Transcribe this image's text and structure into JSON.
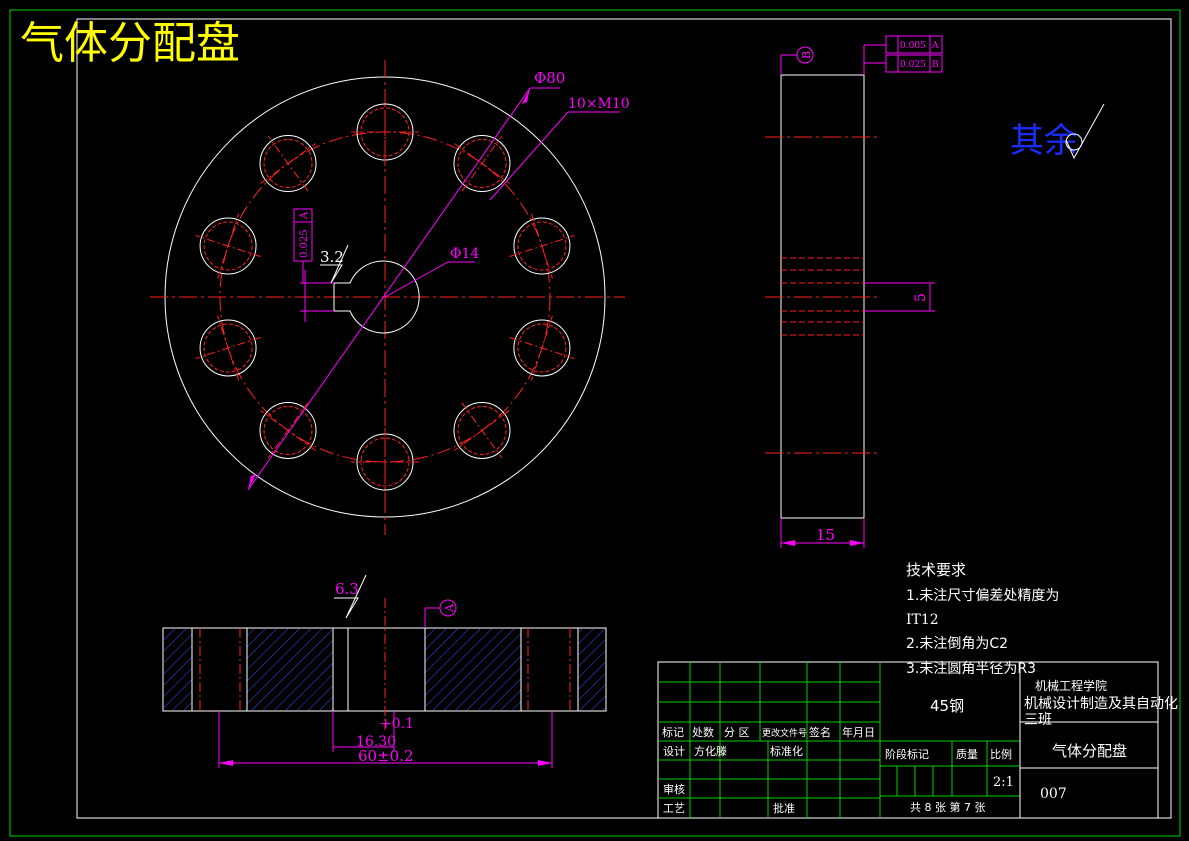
{
  "title": "气体分配盘",
  "surface_finish_note": {
    "label": "其余"
  },
  "front_view": {
    "dim_outer_diameter": "Φ80",
    "dim_thread": "10×M10",
    "dim_bore": "Φ14",
    "roughness_keyway": "3.2",
    "tolerance_frame": {
      "value": "0.025",
      "datum": "A"
    }
  },
  "side_view": {
    "datum_label": "B",
    "tolerance_1": {
      "value": "0.005",
      "datum": "A"
    },
    "tolerance_2": {
      "value": "0.025",
      "datum": "B"
    },
    "dim_width": "15",
    "dim_keyway": "5"
  },
  "section_view": {
    "roughness": "6.3",
    "datum_label": "A",
    "dim_tolerance_upper": "+0.1",
    "dim_keyway_depth": "16.30",
    "dim_length": "60±0.2"
  },
  "technical_requirements": {
    "heading": "技术要求",
    "items": [
      "1.未注尺寸偏差处精度为",
      "IT12",
      "2.未注倒角为C2",
      "3.未注圆角半径为R3"
    ]
  },
  "title_block": {
    "material": "45钢",
    "school": "机械工程学院",
    "class_line1": "机械设计制造及其自动化",
    "class_line2": "三班",
    "part_name": "气体分配盘",
    "revision_header": [
      "标记",
      "处数",
      "分 区",
      "更改文件号",
      "签名",
      "年月日"
    ],
    "design_label": "设计",
    "designer": "方化滕",
    "standardization_label": "标准化",
    "stage_header": [
      "阶段标记",
      "质量",
      "比例"
    ],
    "scale": "2:1",
    "drawing_number": "007",
    "review_label": "审核",
    "process_label": "工艺",
    "approve_label": "批准",
    "sheet_info": "共 8 张  第 7 张"
  }
}
